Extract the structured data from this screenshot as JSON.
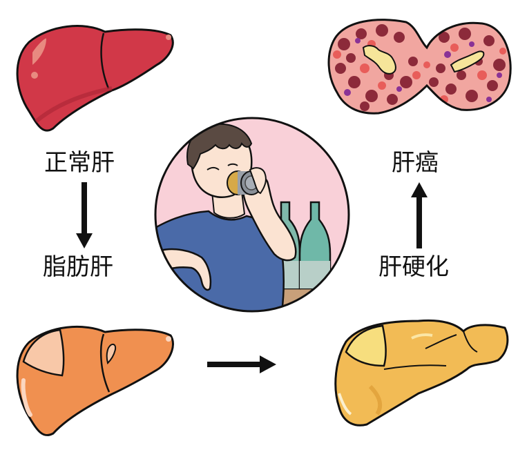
{
  "diagram": {
    "title": "",
    "stages": [
      {
        "id": "normal",
        "label": "正常肝",
        "color": "#d13848"
      },
      {
        "id": "fatty",
        "label": "脂肪肝",
        "color": "#f09050"
      },
      {
        "id": "cirrhosis",
        "label": "肝硬化",
        "color": "#f2bb55"
      },
      {
        "id": "cancer",
        "label": "肝癌",
        "color": "#9e3a4a"
      }
    ],
    "arrows": [
      {
        "from": "normal",
        "to": "fatty",
        "direction": "down"
      },
      {
        "from": "fatty",
        "to": "cirrhosis",
        "direction": "right"
      },
      {
        "from": "cirrhosis",
        "to": "cancer",
        "direction": "up"
      }
    ],
    "center_illustration": {
      "subject": "man drinking from a can",
      "background_color": "#f9d0d8",
      "shirt_color": "#4a6aa8",
      "bottle_color": "#6fb8a8"
    }
  }
}
